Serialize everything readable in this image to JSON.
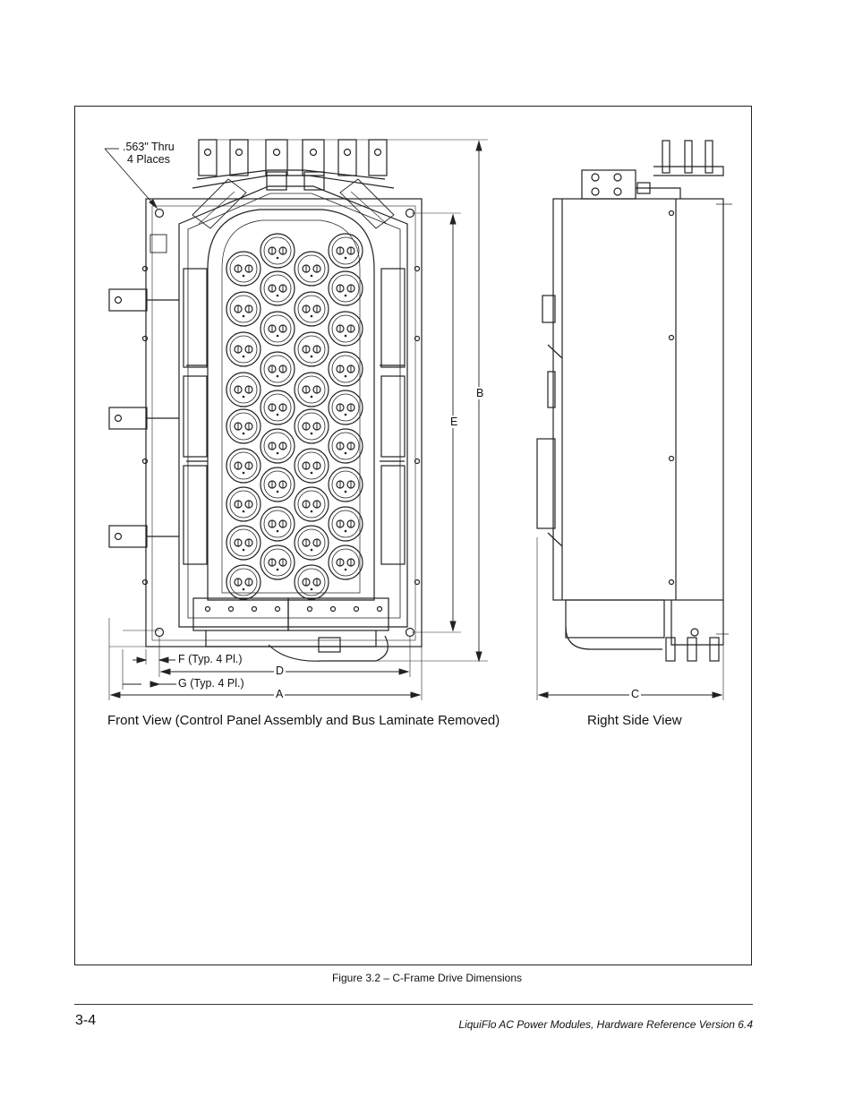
{
  "figure": {
    "hole_note_line1": ".563\" Thru",
    "hole_note_line2": "4 Places",
    "dim_a": "A",
    "dim_b": "B",
    "dim_c": "C",
    "dim_d": "D",
    "dim_e": "E",
    "dim_f": "F (Typ. 4 Pl.)",
    "dim_g": "G (Typ. 4 Pl.)",
    "front_view_caption": "Front View (Control Panel Assembly and Bus Laminate Removed)",
    "side_view_caption": "Right Side View",
    "caption": "Figure 3.2 – C-Frame Drive Dimensions"
  },
  "footer": {
    "page_number": "3-4",
    "document_title": "LiquiFlo AC Power Modules, Hardware Reference Version 6.4"
  }
}
